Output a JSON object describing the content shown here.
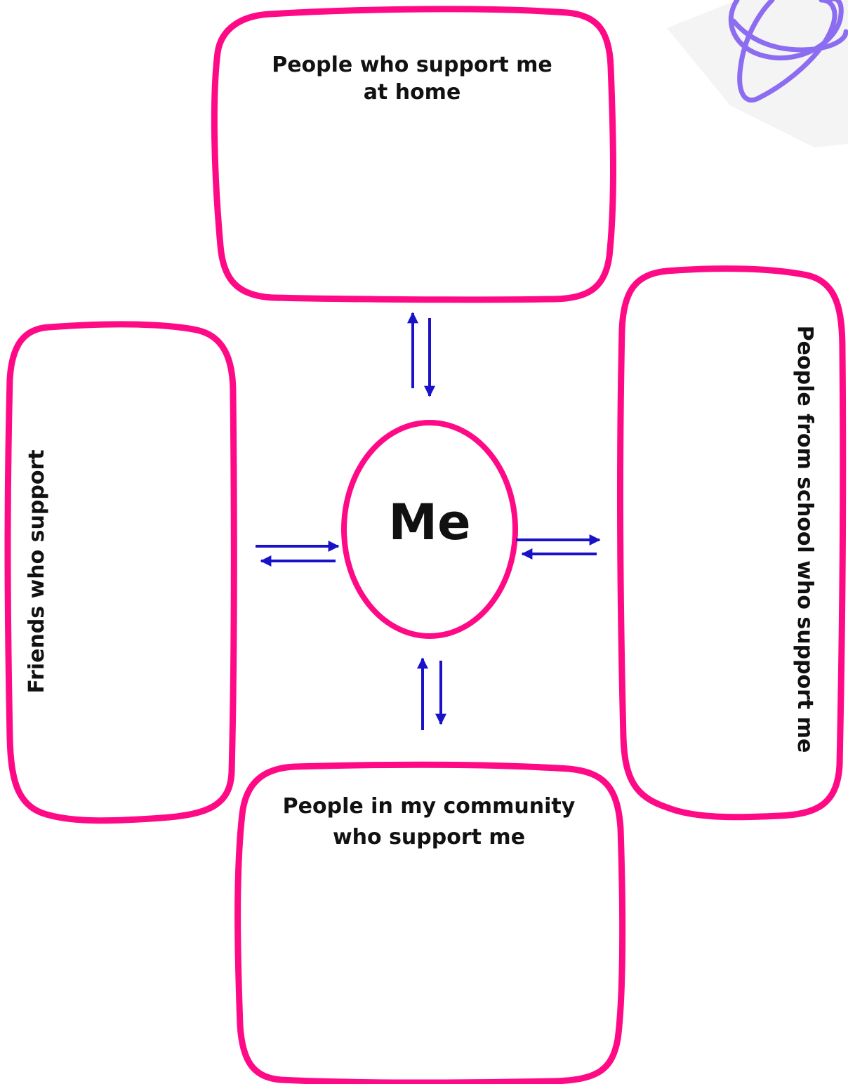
{
  "colors": {
    "box_outline": "#ff0a86",
    "arrow": "#1a12c8",
    "text": "#111111",
    "decoration": "#8c6cf0",
    "background": "#ffffff"
  },
  "center": {
    "label": "Me"
  },
  "boxes": {
    "home": {
      "line1": "People who support me",
      "line2": "at home"
    },
    "school": {
      "label": "People from school who support me"
    },
    "friends": {
      "label": "Friends who support"
    },
    "community": {
      "line1": "People in my community",
      "line2": "who support me"
    }
  },
  "decoration": {
    "icon": "purple-scribble-icon"
  }
}
